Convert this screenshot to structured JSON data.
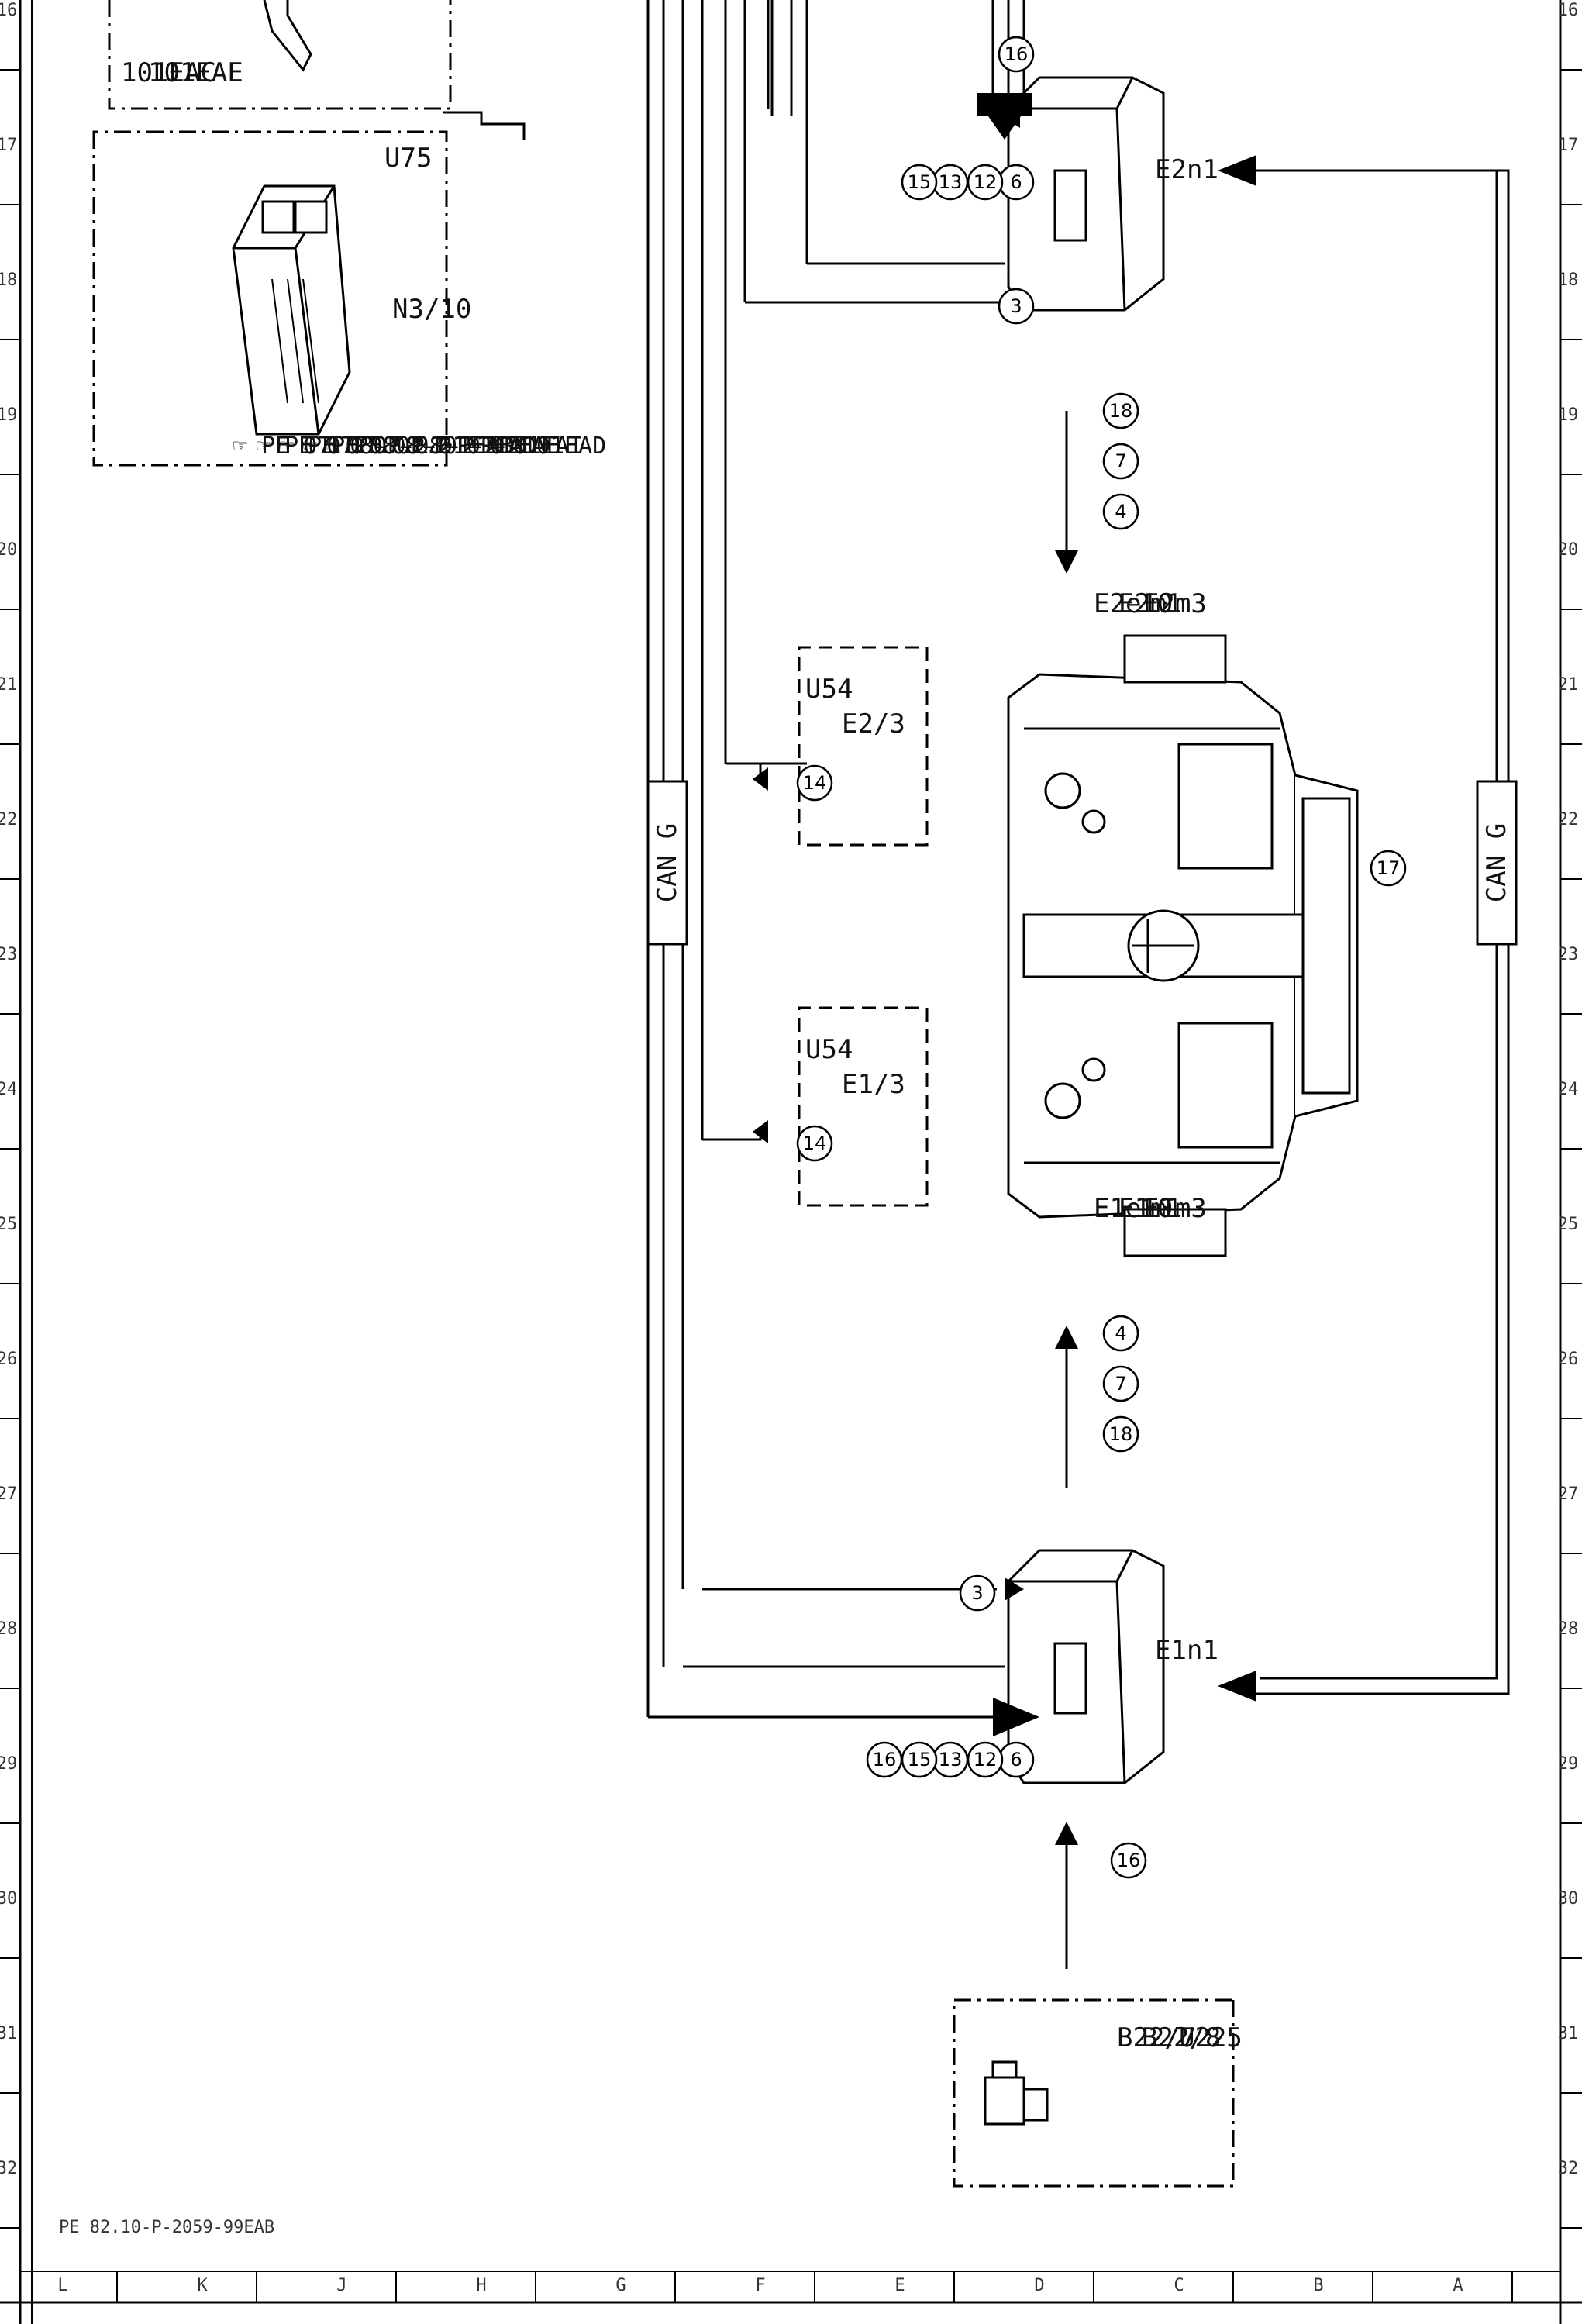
{
  "frame": {
    "row_numbers": [
      "16",
      "17",
      "18",
      "19",
      "20",
      "21",
      "22",
      "23",
      "24",
      "25",
      "26",
      "27",
      "28",
      "29",
      "30",
      "31",
      "32"
    ],
    "column_letters": [
      "L",
      "K",
      "J",
      "H",
      "G",
      "F",
      "E",
      "D",
      "C",
      "B",
      "A"
    ],
    "doc_id": "PE 82.10-P-2059-99EAB"
  },
  "top_left_box": {
    "lines": [
      "101EAC",
      "101EAE"
    ]
  },
  "u75_box": {
    "tag": "U75",
    "component": "N3/10",
    "refs": [
      "PE 07.08-P-2101EAB",
      "PE 07.08-P-2101EAD",
      "PE 07.08-P-2101EAF",
      "PE 07.08-P-2101EAI",
      "PE 07.61-P-2101EAD"
    ]
  },
  "can_labels": [
    "CAN G",
    "CAN G"
  ],
  "e2n1": {
    "label": "E2n1",
    "inputs": [
      "16",
      "6",
      "12",
      "13",
      "15"
    ],
    "input3": "3",
    "outputs": [
      "18",
      "7",
      "4"
    ],
    "lamps": [
      "E2e10",
      "E2m1",
      "E2m3"
    ]
  },
  "e1n1": {
    "label": "E1n1",
    "inputs": [
      "6",
      "12",
      "13",
      "15",
      "16"
    ],
    "input3": "3",
    "outputs": [
      "4",
      "7",
      "18"
    ],
    "lamps": [
      "E1e10",
      "E1m1",
      "E1m3"
    ],
    "sensor_in": "16"
  },
  "u54_right": {
    "tag": "U54",
    "component": "E2/3",
    "num": "14"
  },
  "u54_left": {
    "tag": "U54",
    "component": "E1/3",
    "num": "14"
  },
  "car_num": "17",
  "u225": {
    "tag": "U225",
    "components": [
      "B22/7",
      "B22/8"
    ]
  }
}
